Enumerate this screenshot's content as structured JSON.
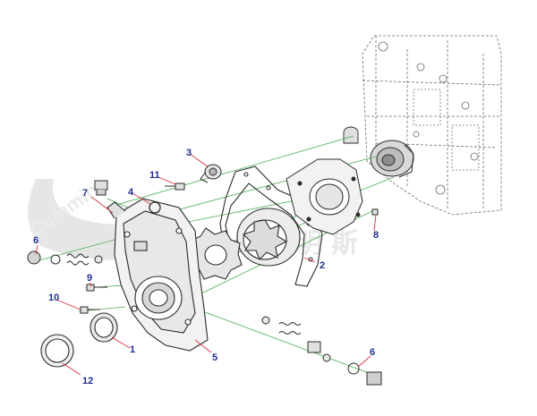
{
  "watermark": {
    "brand": "Cummins",
    "text_cn": "康明斯"
  },
  "colors": {
    "callout_text": "#1f2f8f",
    "leader": "#d8323f",
    "guide": "#4caf50",
    "part_stroke": "#2b2b2b",
    "part_fill": "#f2f2f2",
    "engine_dash": "#6b6b6b",
    "watermark": "#e4e4e4"
  },
  "callouts": [
    {
      "id": "c1",
      "label": "1"
    },
    {
      "id": "c2",
      "label": "2"
    },
    {
      "id": "c3",
      "label": "3"
    },
    {
      "id": "c4",
      "label": "4"
    },
    {
      "id": "c5",
      "label": "5"
    },
    {
      "id": "c6a",
      "label": "6"
    },
    {
      "id": "c6b",
      "label": "6"
    },
    {
      "id": "c7",
      "label": "7"
    },
    {
      "id": "c8",
      "label": "8"
    },
    {
      "id": "c9",
      "label": "9"
    },
    {
      "id": "c10",
      "label": "10"
    },
    {
      "id": "c11",
      "label": "11"
    },
    {
      "id": "c12",
      "label": "12"
    }
  ]
}
